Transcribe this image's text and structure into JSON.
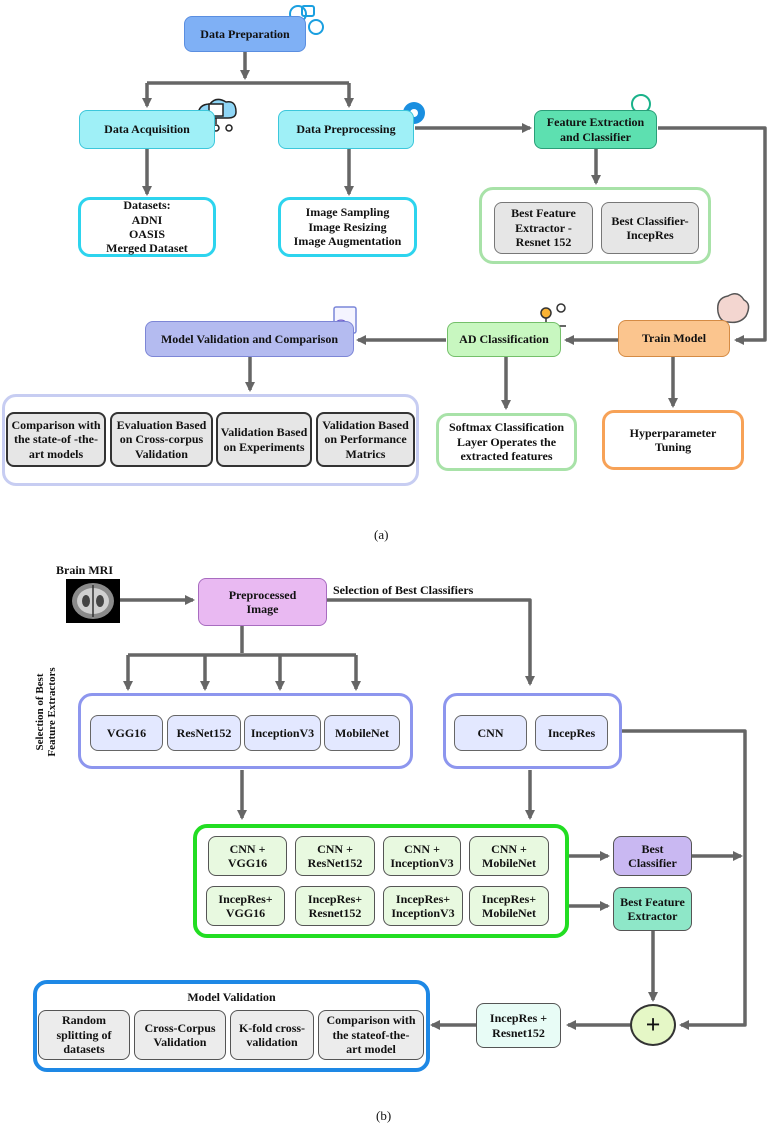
{
  "part_a": {
    "data_preparation": "Data Preparation",
    "data_acquisition": "Data Acquisition",
    "data_preprocessing": "Data Preprocessing",
    "feature_extraction": "Feature Extraction\nand Classifier",
    "datasets": "Datasets:\nADNI\nOASIS\nMerged Dataset",
    "preprocessing_steps": "Image Sampling\nImage Resizing\nImage Augmentation",
    "best_feature_extractor": "Best Feature\nExtractor -\nResnet 152",
    "best_classifier": "Best Classifier-\nIncepRes",
    "model_validation": "Model Validation and Comparison",
    "ad_classification": "AD Classification",
    "train_model": "Train Model",
    "validation_items": [
      "Comparison with\nthe state-of -the-\nart models",
      "Evaluation Based\non Cross-corpus\nValidation",
      "Validation Based\non Experiments",
      "Validation Based\non Performance\nMatrics"
    ],
    "softmax": "Softmax Classification\nLayer Operates the\nextracted features",
    "hyperparameter": "Hyperparameter\nTuning",
    "caption": "(a)"
  },
  "part_b": {
    "brain_mri": "Brain MRI",
    "preprocessed_image": "Preprocessed\nImage",
    "selection_classifiers": "Selection of Best Classifiers",
    "selection_extractors": "Selection of Best\nFeature Extractors",
    "extractors": [
      "VGG16",
      "ResNet152",
      "InceptionV3",
      "MobileNet"
    ],
    "classifiers": [
      "CNN",
      "IncepRes"
    ],
    "combos_row1": [
      "CNN +\nVGG16",
      "CNN +\nResNet152",
      "CNN +\nInceptionV3",
      "CNN +\nMobileNet"
    ],
    "combos_row2": [
      "IncepRes+\nVGG16",
      "IncepRes+\nResnet152",
      "IncepRes+\nInceptionV3",
      "IncepRes+\nMobileNet"
    ],
    "best_classifier": "Best\nClassifier",
    "best_feature_extractor": "Best Feature\nExtractor",
    "plus": "+",
    "final_model": "IncepRes +\nResnet152",
    "model_validation_title": "Model Validation",
    "validation_items": [
      "Random\nsplitting of\ndatasets",
      "Cross-Corpus\nValidation",
      "K-fold cross-\nvalidation",
      "Comparison with\nthe stateof-the-\nart model"
    ],
    "caption": "(b)"
  },
  "colors": {
    "arrow": "#666666",
    "data_prep": "#7fb0f5",
    "cyan_box": "#9ff0f7",
    "cyan_border": "#2dd4ee",
    "green_box": "#5de0b0",
    "green_frame": "#a8e2a8",
    "grey_box": "#e6e6e6",
    "lavender_box": "#b4bbf0",
    "light_green": "#c8f7c0",
    "peach": "#fbc58e",
    "orange_border": "#f7a257",
    "frame_lavender": "#c7cdf2",
    "purple_box": "#e9b9f2",
    "blue_frame": "#8d96ee",
    "bright_green": "#22dd22",
    "combo_fill": "#e8f9e0",
    "best_classifier_fill": "#c9b8f2",
    "best_extractor_fill": "#8ee7c8",
    "plus_fill": "#e5f7c6",
    "final_fill": "#e8fcf6",
    "model_val_frame": "#1e88e5"
  }
}
